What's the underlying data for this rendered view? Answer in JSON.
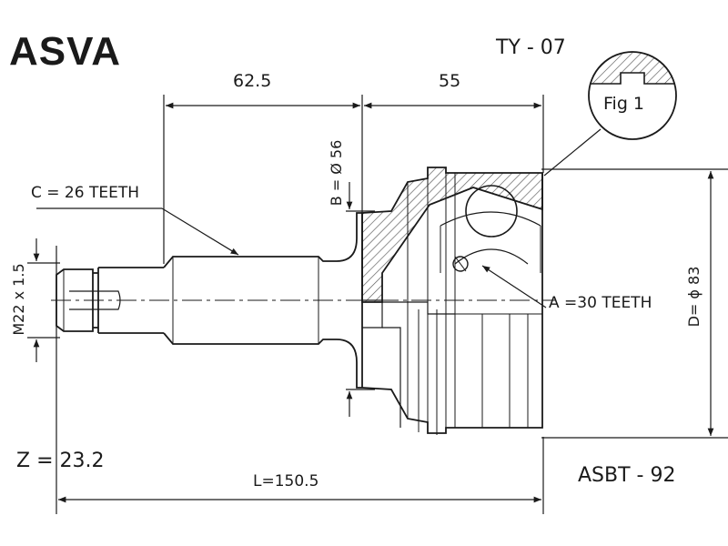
{
  "brand": "ASVA",
  "part_code": "TY - 07",
  "cross_ref": "ASBT - 92",
  "figure_label": "Fig 1",
  "dimensions": {
    "shaft_length": "62.5",
    "housing_length": "55",
    "bearing_dia": "B = Ø 56",
    "thread": "M22 x 1.5",
    "outer_dia": "D= ϕ 83",
    "total_length": "L=150.5",
    "z_value": "Z = 23.2"
  },
  "splines": {
    "outer": "C = 26 TEETH",
    "inner": "A =30 TEETH"
  },
  "colors": {
    "line": "#1a1a1a",
    "background": "#ffffff"
  }
}
